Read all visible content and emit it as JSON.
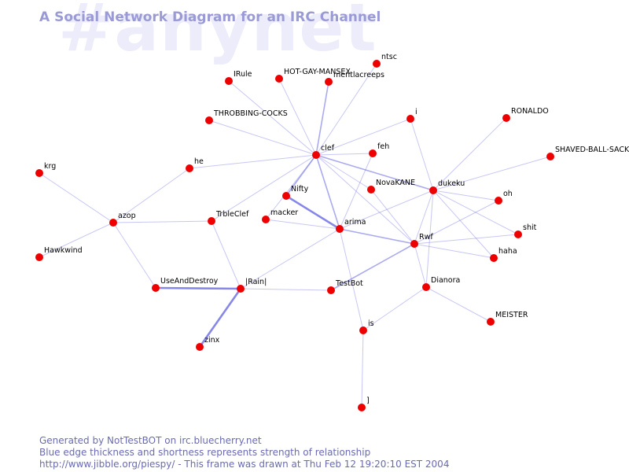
{
  "header": {
    "watermark": "#anynet",
    "title": "A Social Network Diagram for an IRC Channel"
  },
  "footer": {
    "line1": "Generated by NotTestBOT on irc.bluecherry.net",
    "line2": "Blue edge thickness and shortness represents strength of relationship",
    "line3": "http://www.jibble.org/piespy/ - This frame was drawn at Thu Feb 12 19:20:10 EST 2004"
  },
  "colors": {
    "node": "#ee0000",
    "edge": "#7272e6",
    "label": "#000000"
  },
  "nodes": [
    {
      "id": "ntsc",
      "label": "ntsc"
    },
    {
      "id": "IRule",
      "label": "IRule"
    },
    {
      "id": "HOT-GAY-MANSEX",
      "label": "HOT-GAY-MANSEX"
    },
    {
      "id": "mentlacreeps",
      "label": "mentlacreeps"
    },
    {
      "id": "THROBBING-COCKS",
      "label": "THROBBING-COCKS"
    },
    {
      "id": "i",
      "label": "i"
    },
    {
      "id": "RONALDO",
      "label": "RONALDO"
    },
    {
      "id": "krg",
      "label": "krg"
    },
    {
      "id": "he",
      "label": "he"
    },
    {
      "id": "clef",
      "label": "clef"
    },
    {
      "id": "feh",
      "label": "feh"
    },
    {
      "id": "SHAVED-BALL-SACK",
      "label": "SHAVED-BALL-SACK"
    },
    {
      "id": "NovaKANE",
      "label": "NovaKANE"
    },
    {
      "id": "dukeku",
      "label": "dukeku"
    },
    {
      "id": "Nifty",
      "label": "Nifty"
    },
    {
      "id": "oh",
      "label": "oh"
    },
    {
      "id": "azop",
      "label": "azop"
    },
    {
      "id": "TrbleClef",
      "label": "TrbleClef"
    },
    {
      "id": "macker",
      "label": "macker"
    },
    {
      "id": "arima",
      "label": "arima"
    },
    {
      "id": "shit",
      "label": "shit"
    },
    {
      "id": "Hawkwind",
      "label": "Hawkwind"
    },
    {
      "id": "Rwf",
      "label": "Rwf"
    },
    {
      "id": "haha",
      "label": "haha"
    },
    {
      "id": "UseAndDestroy",
      "label": "UseAndDestroy"
    },
    {
      "id": "lRainl",
      "label": "|Rain|"
    },
    {
      "id": "TestBot",
      "label": "TestBot"
    },
    {
      "id": "Dianora",
      "label": "Dianora"
    },
    {
      "id": "MEISTER",
      "label": "MEISTER"
    },
    {
      "id": "is",
      "label": "is"
    },
    {
      "id": "zinx",
      "label": "zinx"
    },
    {
      "id": "bracket",
      "label": "]"
    }
  ],
  "edges": [
    {
      "source": "clef",
      "target": "ntsc",
      "weight": 1
    },
    {
      "source": "clef",
      "target": "IRule",
      "weight": 1
    },
    {
      "source": "clef",
      "target": "HOT-GAY-MANSEX",
      "weight": 1
    },
    {
      "source": "clef",
      "target": "mentlacreeps",
      "weight": 2
    },
    {
      "source": "clef",
      "target": "THROBBING-COCKS",
      "weight": 1
    },
    {
      "source": "clef",
      "target": "he",
      "weight": 1
    },
    {
      "source": "clef",
      "target": "feh",
      "weight": 1
    },
    {
      "source": "clef",
      "target": "i",
      "weight": 1
    },
    {
      "source": "clef",
      "target": "NovaKANE",
      "weight": 1
    },
    {
      "source": "clef",
      "target": "dukeku",
      "weight": 2
    },
    {
      "source": "clef",
      "target": "Nifty",
      "weight": 2
    },
    {
      "source": "clef",
      "target": "arima",
      "weight": 2
    },
    {
      "source": "clef",
      "target": "macker",
      "weight": 1
    },
    {
      "source": "clef",
      "target": "TrbleClef",
      "weight": 1
    },
    {
      "source": "clef",
      "target": "Rwf",
      "weight": 1
    },
    {
      "source": "he",
      "target": "azop",
      "weight": 1
    },
    {
      "source": "krg",
      "target": "azop",
      "weight": 1
    },
    {
      "source": "Hawkwind",
      "target": "azop",
      "weight": 1
    },
    {
      "source": "azop",
      "target": "TrbleClef",
      "weight": 1
    },
    {
      "source": "azop",
      "target": "UseAndDestroy",
      "weight": 1
    },
    {
      "source": "TrbleClef",
      "target": "lRainl",
      "weight": 1
    },
    {
      "source": "UseAndDestroy",
      "target": "lRainl",
      "weight": 3
    },
    {
      "source": "lRainl",
      "target": "zinx",
      "weight": 3
    },
    {
      "source": "lRainl",
      "target": "TestBot",
      "weight": 1
    },
    {
      "source": "lRainl",
      "target": "arima",
      "weight": 1
    },
    {
      "source": "Nifty",
      "target": "arima",
      "weight": 3
    },
    {
      "source": "macker",
      "target": "arima",
      "weight": 1
    },
    {
      "source": "arima",
      "target": "Rwf",
      "weight": 2
    },
    {
      "source": "arima",
      "target": "dukeku",
      "weight": 1
    },
    {
      "source": "arima",
      "target": "feh",
      "weight": 1
    },
    {
      "source": "arima",
      "target": "is",
      "weight": 1
    },
    {
      "source": "NovaKANE",
      "target": "Rwf",
      "weight": 1
    },
    {
      "source": "i",
      "target": "dukeku",
      "weight": 1
    },
    {
      "source": "dukeku",
      "target": "RONALDO",
      "weight": 1
    },
    {
      "source": "dukeku",
      "target": "SHAVED-BALL-SACK",
      "weight": 1
    },
    {
      "source": "dukeku",
      "target": "oh",
      "weight": 1
    },
    {
      "source": "dukeku",
      "target": "shit",
      "weight": 1
    },
    {
      "source": "dukeku",
      "target": "haha",
      "weight": 1
    },
    {
      "source": "dukeku",
      "target": "Dianora",
      "weight": 1
    },
    {
      "source": "dukeku",
      "target": "Rwf",
      "weight": 1
    },
    {
      "source": "Rwf",
      "target": "oh",
      "weight": 1
    },
    {
      "source": "Rwf",
      "target": "shit",
      "weight": 1
    },
    {
      "source": "Rwf",
      "target": "haha",
      "weight": 1
    },
    {
      "source": "Rwf",
      "target": "Dianora",
      "weight": 1
    },
    {
      "source": "Rwf",
      "target": "TestBot",
      "weight": 2
    },
    {
      "source": "Dianora",
      "target": "MEISTER",
      "weight": 1
    },
    {
      "source": "Dianora",
      "target": "is",
      "weight": 1
    },
    {
      "source": "is",
      "target": "bracket",
      "weight": 1
    }
  ]
}
